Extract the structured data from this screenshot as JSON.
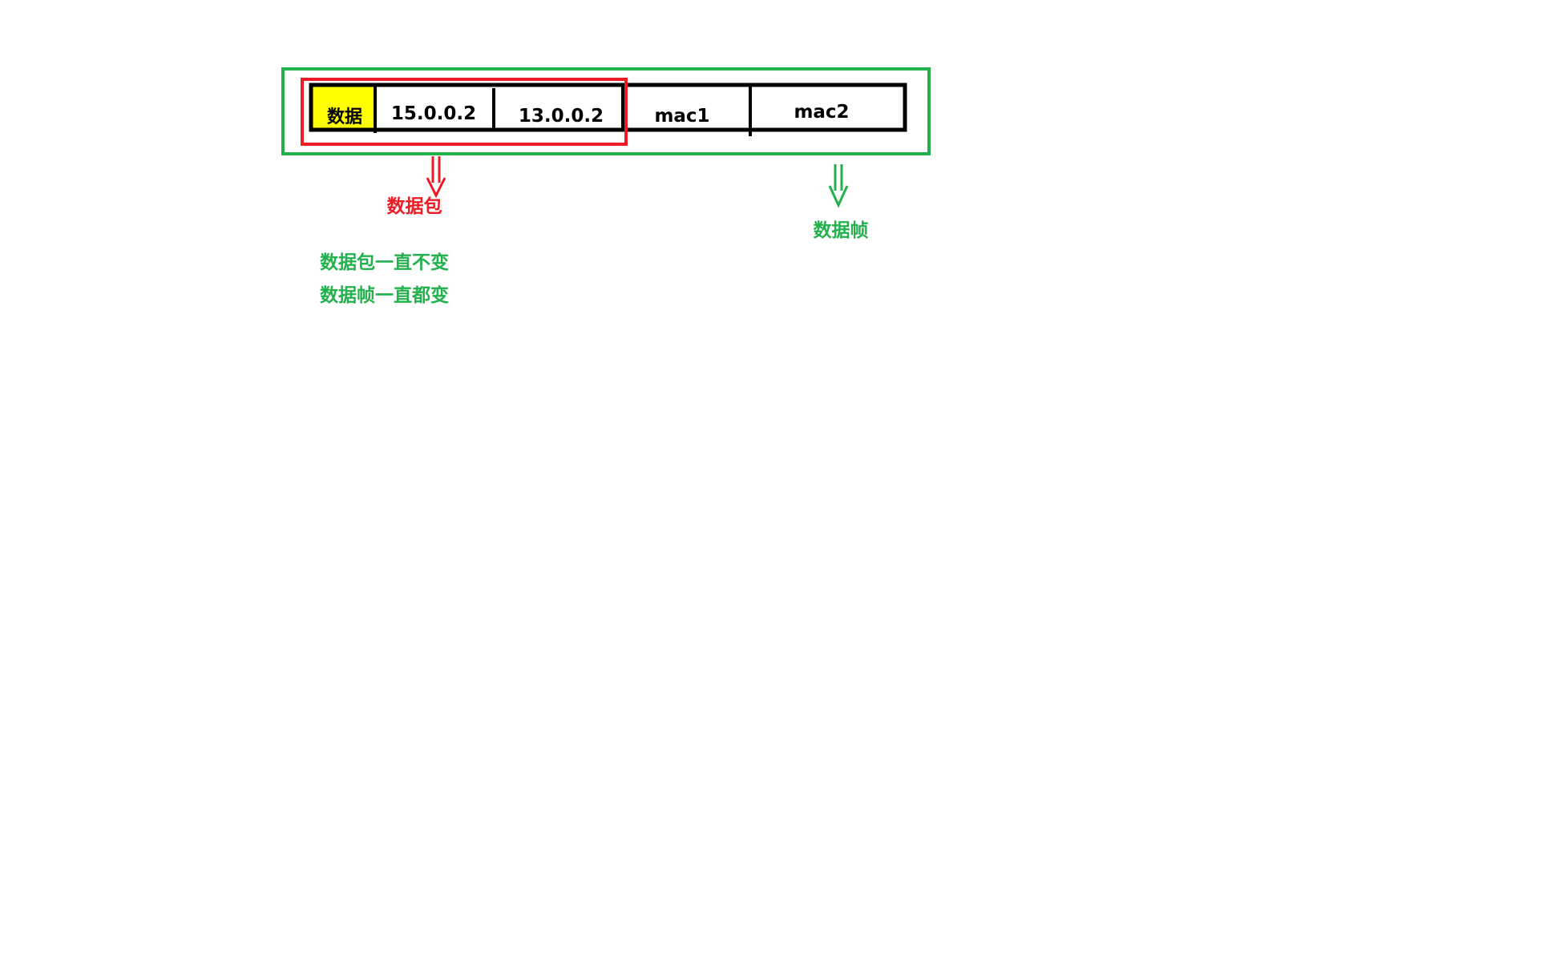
{
  "frame": {
    "cells": [
      "数据",
      "15.0.0.2",
      "13.0.0.2",
      "mac1",
      "mac2"
    ],
    "highlight_color": "#ffff00",
    "outline_color": "#000000"
  },
  "packet": {
    "label": "数据包",
    "color": "#ed1c24",
    "arrow_icon": "double-down-arrow"
  },
  "dataframe": {
    "label": "数据帧",
    "color": "#22b14c",
    "arrow_icon": "double-down-arrow"
  },
  "notes": {
    "line1": "数据包一直不变",
    "line2": "数据帧一直都变",
    "color": "#22b14c"
  }
}
